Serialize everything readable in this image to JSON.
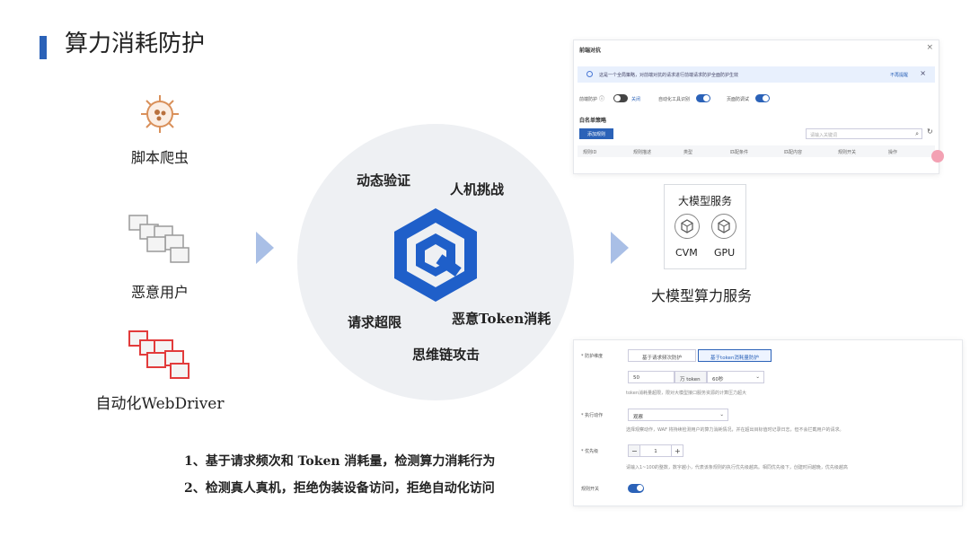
{
  "page": {
    "title": "算力消耗防护"
  },
  "threats": [
    {
      "label": "脚本爬虫"
    },
    {
      "label": "恶意用户"
    },
    {
      "label": "自动化WebDriver"
    }
  ],
  "protection_circle": {
    "labels": [
      "动态验证",
      "人机挑战",
      "请求超限",
      "恶意Token消耗",
      "思维链攻击"
    ]
  },
  "anti_crawl_panel": {
    "title": "前端对抗",
    "close": "×",
    "notice": {
      "text": "这是一个全局策略，对前端对抗的请求进行前端请求防护全面防护生效",
      "link": "不再提醒",
      "close": "×"
    },
    "toggles": [
      {
        "label": "前端防护",
        "state_label": "关闭",
        "on": false
      },
      {
        "label": "自动化工具识别",
        "on": true
      },
      {
        "label": "页面防调试",
        "on": true
      }
    ],
    "whitelist_title": "白名单策略",
    "add_button": "添加规则",
    "search_placeholder": "请输入关键词",
    "columns": [
      "规则ID",
      "规则描述",
      "类型",
      "匹配条件",
      "匹配内容",
      "规则开关",
      "操作"
    ]
  },
  "llm_service": {
    "title": "大模型服务",
    "chips": [
      {
        "label": "CVM"
      },
      {
        "label": "GPU"
      }
    ],
    "caption": "大模型算力服务"
  },
  "rule_form": {
    "protect_dimension": {
      "label": "防护维度",
      "options": [
        "基于请求频次防护",
        "基于token消耗量防护"
      ],
      "selected": "基于token消耗量防护"
    },
    "threshold": {
      "value": "50",
      "unit": "万 token",
      "period": "60秒",
      "hint": "token消耗量超限，限对大模型接口服务资源的计算压力超大"
    },
    "action": {
      "label": "执行动作",
      "value": "观察",
      "hint": "选择观察动作，WAF 将持续检测用户的算力消耗情况，并在超出目标值时记录日志，但不会拦截用户的请求。"
    },
    "priority": {
      "label": "优先级",
      "minus": "−",
      "value": "1",
      "plus": "+",
      "hint": "请输入1~100的整数，数字越小，代表该条规则的执行优先级越高。相同优先级下，创建时间越晚，优先级越高"
    },
    "rule_switch": {
      "label": "规则开关",
      "on": true
    }
  },
  "summary_points": [
    "1、基于请求频次和 Token 消耗量，检测算力消耗行为",
    "2、检测真人真机，拒绝伪装设备访问，拒绝自动化访问"
  ]
}
